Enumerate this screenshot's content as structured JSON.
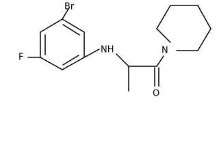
{
  "structure": {
    "atom_labels": {
      "bromine": "Br",
      "fluorine": "F",
      "amine": "NH",
      "amide_nitrogen": "N",
      "carbonyl_oxygen": "O"
    }
  }
}
